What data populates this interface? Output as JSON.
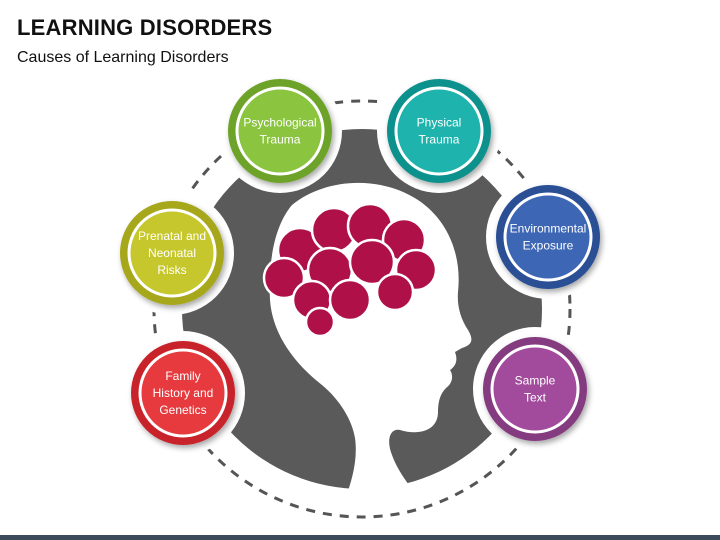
{
  "header": {
    "title": "LEARNING DISORDERS",
    "subtitle": "Causes of Learning Disorders"
  },
  "diagram": {
    "nodes": [
      {
        "id": "family",
        "lines": [
          "Family",
          "History and",
          "Genetics"
        ],
        "color": "#e63a3f",
        "ring": "#c8202c"
      },
      {
        "id": "prenatal",
        "lines": [
          "Prenatal and",
          "Neonatal",
          "Risks"
        ],
        "color": "#c6c72c",
        "ring": "#a7a71b"
      },
      {
        "id": "psychological",
        "lines": [
          "Psychological",
          "Trauma"
        ],
        "color": "#8bc43f",
        "ring": "#6ea32b"
      },
      {
        "id": "physical",
        "lines": [
          "Physical",
          "Trauma"
        ],
        "color": "#1fb3ad",
        "ring": "#0f918c"
      },
      {
        "id": "environmental",
        "lines": [
          "Environmental",
          "Exposure"
        ],
        "color": "#3d66b5",
        "ring": "#2a4f95"
      },
      {
        "id": "sample",
        "lines": [
          "Sample",
          "Text"
        ],
        "color": "#a24b9d",
        "ring": "#843a80"
      }
    ],
    "icons": {
      "head": "head-silhouette-icon",
      "brain": "brain-icon"
    },
    "colors": {
      "gear": "#5a5a5a",
      "head": "#ffffff",
      "brain": "#b01048",
      "dashed_ring": "#555555"
    }
  }
}
